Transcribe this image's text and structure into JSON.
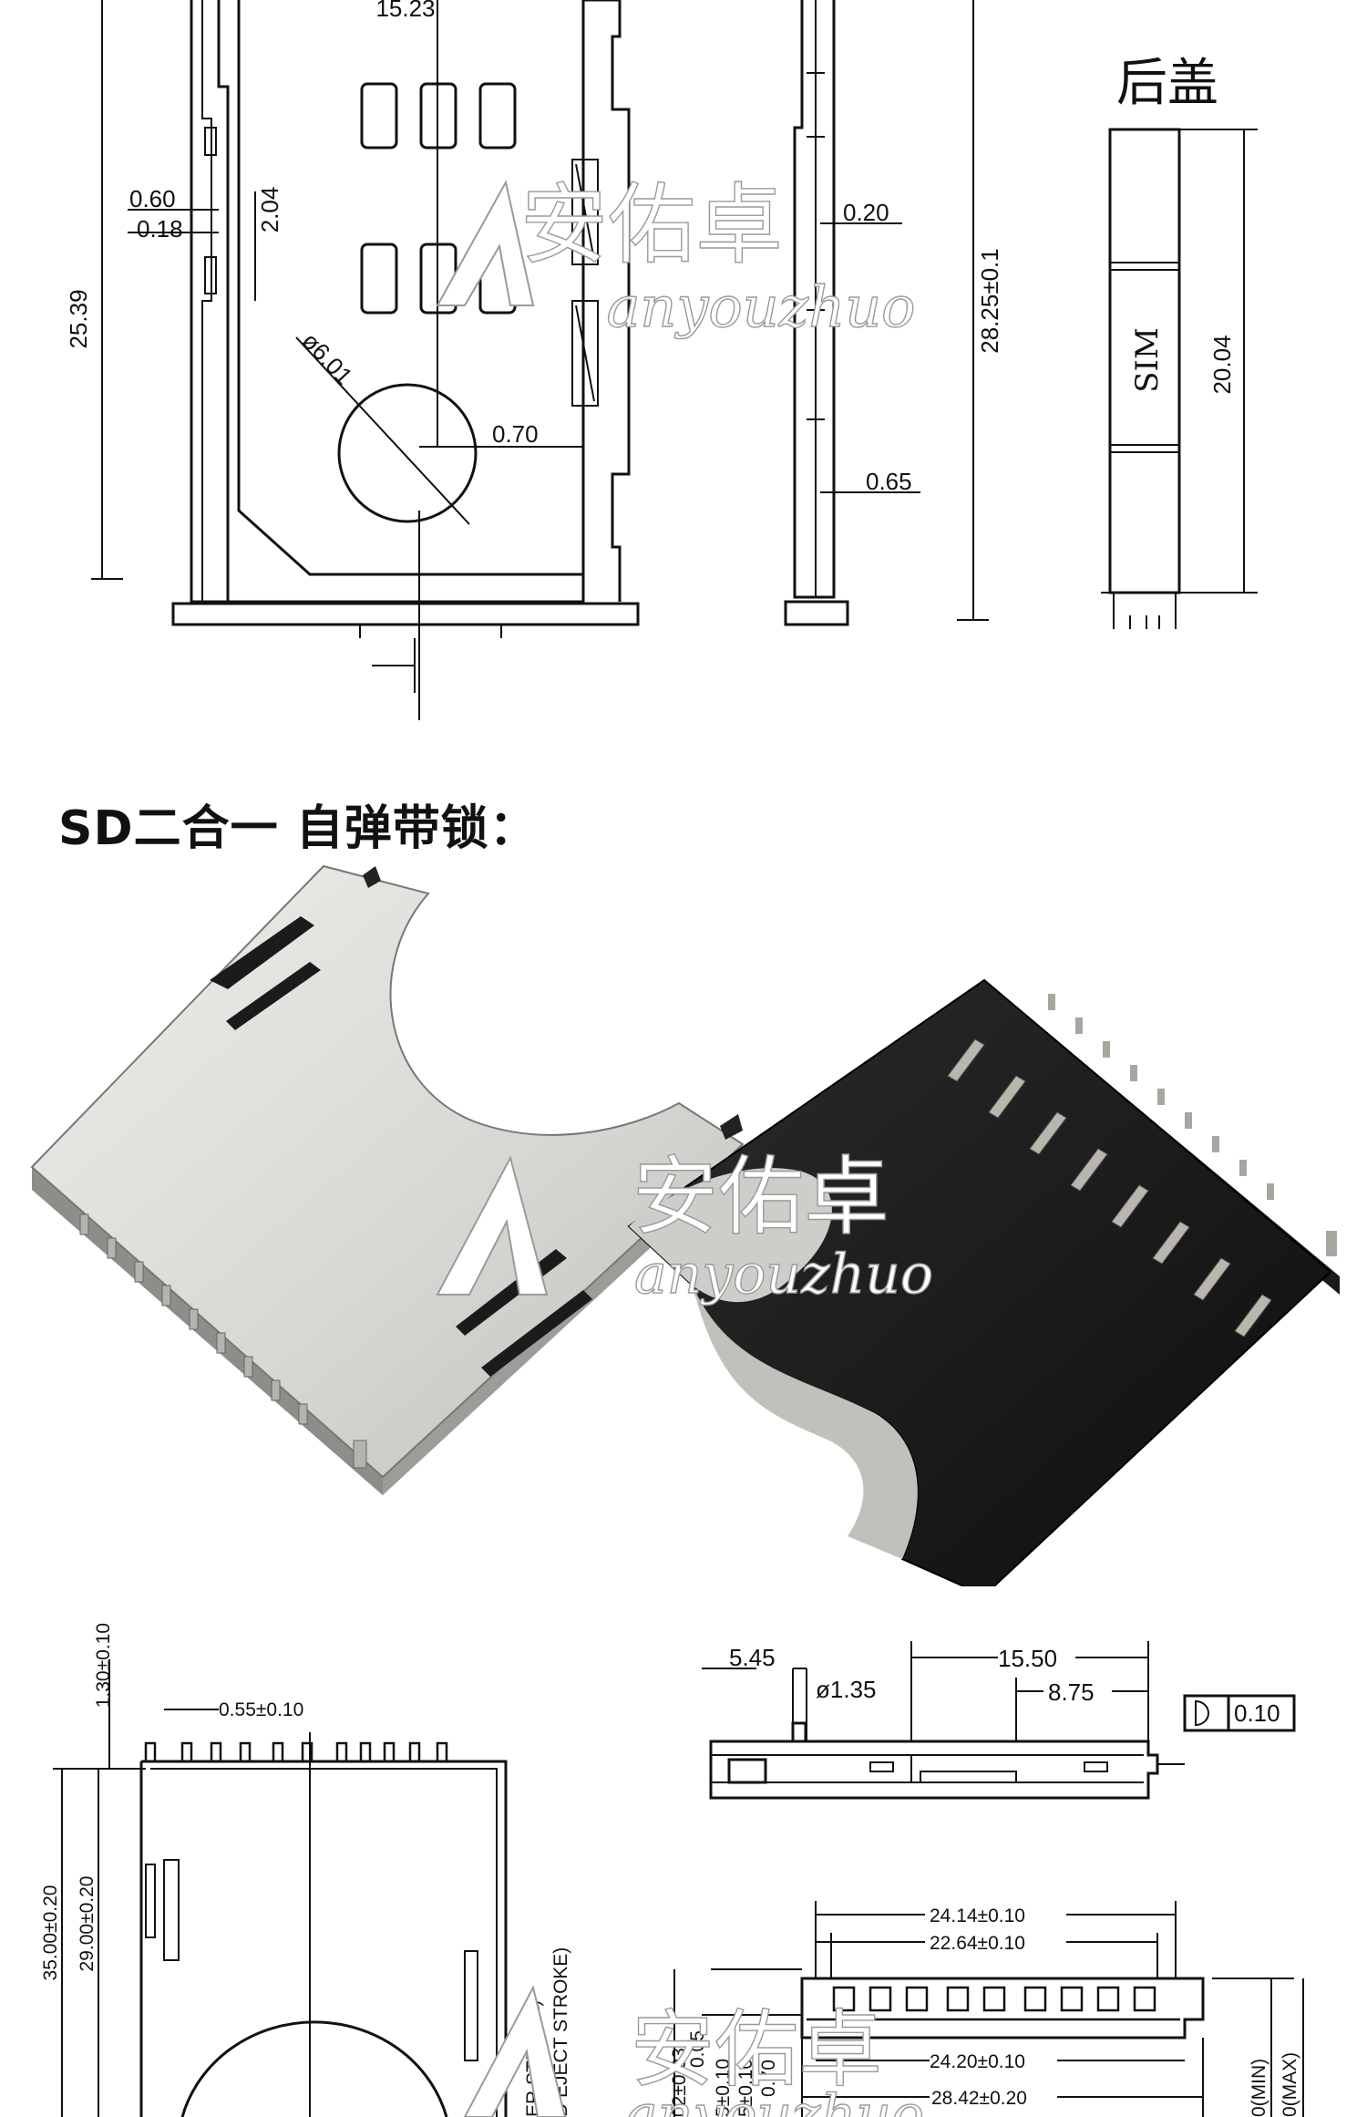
{
  "top_drawing": {
    "dims": {
      "width_top": "15.23",
      "d060": "0.60",
      "d018": "0.18",
      "d204": "2.04",
      "d2539": "25.39",
      "dia": "ø6.01",
      "d070": "0.70",
      "d020": "0.20",
      "d2825": "28.25±0.1",
      "d065": "0.65"
    },
    "back_cover_label": "后盖",
    "back_cover_sim": "SIM",
    "back_cover_dim": "20.04"
  },
  "section_heading": "SD二合一 自弹带锁：",
  "watermark": {
    "cn": "安佑卓",
    "en": "anyouzhuo"
  },
  "bottom_drawing": {
    "left_dims": {
      "d130": "1.30±0.10",
      "d055": "0.55±0.10",
      "d3500": "35.00±0.20",
      "d2900": "29.00±0.20",
      "stroke1": "ER STROKE)",
      "stroke2": "D EJECT STROKE)"
    },
    "side_dims": {
      "d545": "5.45",
      "d1550": "15.50",
      "d135": "ø1.35",
      "d875": "8.75",
      "tol": "0.10"
    },
    "front_dims": {
      "d2414": "24.14±0.10",
      "d2264": "22.64±0.10",
      "d2420": "24.20±0.10",
      "d2842": "28.42±0.20",
      "v1": "02±0.03",
      "v2": "0.05",
      "v3": "5±0.10",
      "v4": "5±0.10",
      "v5": "0.70",
      "min": "0(MIN)",
      "max": "0(MAX)"
    }
  }
}
